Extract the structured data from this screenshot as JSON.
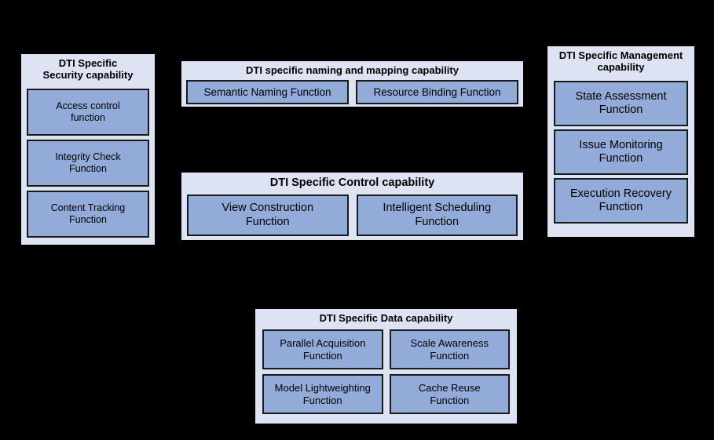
{
  "diagram": {
    "background_color": "#000000",
    "panel_bg_color": "#dde3f3",
    "function_bg_color": "#92abd9",
    "border_color": "#000000",
    "panels": [
      {
        "id": "security",
        "title": "DTI Specific\nSecurity capability",
        "title_line1": "DTI Specific",
        "title_line2": "Security capability",
        "functions": [
          {
            "line1": "Access control",
            "line2": "function"
          },
          {
            "line1": "Integrity Check",
            "line2": "Function"
          },
          {
            "line1": "Content Tracking",
            "line2": "Function"
          }
        ]
      },
      {
        "id": "naming",
        "title": "DTI specific naming and mapping capability",
        "functions": [
          {
            "line1": "Semantic Naming Function",
            "line2": ""
          },
          {
            "line1": "Resource Binding Function",
            "line2": ""
          }
        ]
      },
      {
        "id": "control",
        "title": "DTI Specific Control capability",
        "functions": [
          {
            "line1": "View Construction",
            "line2": "Function"
          },
          {
            "line1": "Intelligent Scheduling",
            "line2": "Function"
          }
        ]
      },
      {
        "id": "management",
        "title": "DTI Specific Management\ncapability",
        "title_line1": "DTI Specific Management",
        "title_line2": "capability",
        "functions": [
          {
            "line1": "State Assessment",
            "line2": "Function"
          },
          {
            "line1": "Issue Monitoring",
            "line2": "Function"
          },
          {
            "line1": "Execution Recovery",
            "line2": "Function"
          }
        ]
      },
      {
        "id": "data",
        "title": "DTI Specific Data capability",
        "functions": [
          {
            "line1": "Parallel Acquisition",
            "line2": "Function"
          },
          {
            "line1": "Scale Awareness",
            "line2": "Function"
          },
          {
            "line1": "Model Lightweighting",
            "line2": "Function"
          },
          {
            "line1": "Cache Reuse",
            "line2": "Function"
          }
        ]
      }
    ]
  }
}
